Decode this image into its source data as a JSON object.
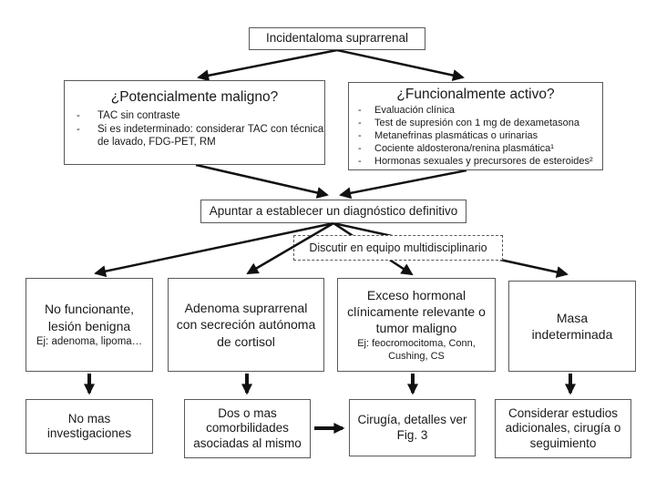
{
  "diagram": {
    "title_node": "Incidentaloma suprarrenal",
    "potentially_malignant": {
      "title": "¿Potencialmente maligno?",
      "items": [
        "TAC sin contraste",
        "Si es indeterminado: considerar TAC con técnica de lavado, FDG-PET, RM"
      ]
    },
    "functionally_active": {
      "title": "¿Funcionalmente activo?",
      "items": [
        "Evaluación clínica",
        "Test de supresión con 1 mg de dexametasona",
        "Metanefrinas plasmáticas o urinarias",
        "Cociente aldosterona/renina plasmática¹",
        "Hormonas sexuales y precursores de esteroides²"
      ]
    },
    "definitive_diagnosis": "Apuntar a establecer un diagnóstico definitivo",
    "multidisciplinary": "Discutir en equipo multidisciplinario",
    "outcomes": {
      "benign": {
        "main": "No funcionante, lesión benigna",
        "note": "Ej: adenoma, lipoma…"
      },
      "adenoma": {
        "main": "Adenoma suprarrenal con secreción autónoma de cortisol"
      },
      "hormonal_excess": {
        "main": "Exceso hormonal clínicamente relevante o tumor maligno",
        "note": "Ej: feocromocitoma, Conn, Cushing, CS"
      },
      "indeterminate": {
        "main": "Masa indeterminada"
      }
    },
    "actions": {
      "no_investigations": "No mas investigaciones",
      "comorbidities": "Dos o mas comorbilidades asociadas al mismo",
      "surgery": "Cirugía, detalles ver Fig. 3",
      "further_studies": "Considerar estudios adicionales, cirugía o seguimiento"
    },
    "colors": {
      "border": "#595959",
      "arrow": "#111111",
      "text": "#1a1a1a",
      "background": "#ffffff"
    }
  }
}
